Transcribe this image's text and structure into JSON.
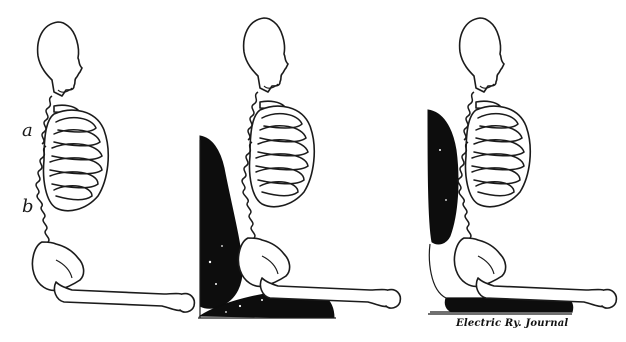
{
  "figure": {
    "labels": {
      "a": "a",
      "b": "b"
    },
    "credit": "Electric Ry. Journal",
    "panels": [
      "skeleton-unsupported",
      "skeleton-with-backrest-and-cushion",
      "skeleton-with-lumbar-backrest-and-flat-cushion"
    ]
  }
}
